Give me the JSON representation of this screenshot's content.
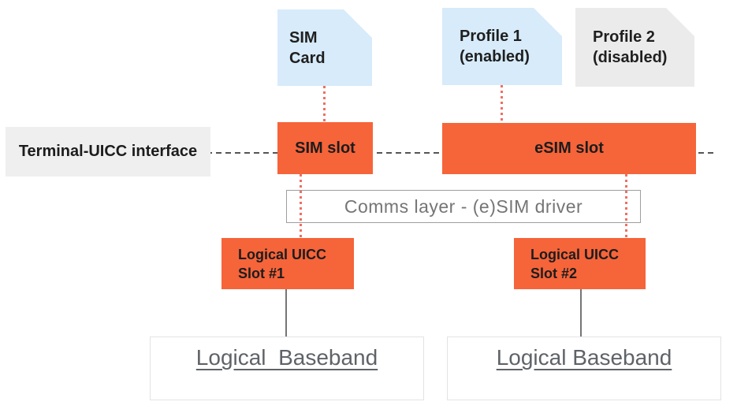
{
  "cards": {
    "sim_card": "SIM\nCard",
    "profile1": "Profile 1\n(enabled)",
    "profile2": "Profile 2\n(disabled)"
  },
  "interface_row": {
    "label": "Terminal-UICC interface",
    "sim_slot": "SIM slot",
    "esim_slot": "eSIM slot"
  },
  "comms": {
    "label": "Comms layer - (e)SIM driver"
  },
  "uicc": {
    "slot1": "Logical UICC\nSlot #1",
    "slot2": "Logical UICC\nSlot #2"
  },
  "baseband": {
    "left": "Logical  Baseband",
    "right": "Logical Baseband"
  },
  "colors": {
    "card_blue": "#D7EBFA",
    "card_gray": "#EBEBEB",
    "slot_orange": "#F6643A",
    "interface_label_bg": "#EFEFEF",
    "dotted_connector_red": "#EE6F61",
    "dashed_line_gray": "#555555",
    "solid_connector_gray": "#757575",
    "comms_border_gray": "#9E9E9E",
    "comms_text_gray": "#757575",
    "baseband_text_gray": "#5F6368",
    "dark_text": "#1C1C1C"
  }
}
